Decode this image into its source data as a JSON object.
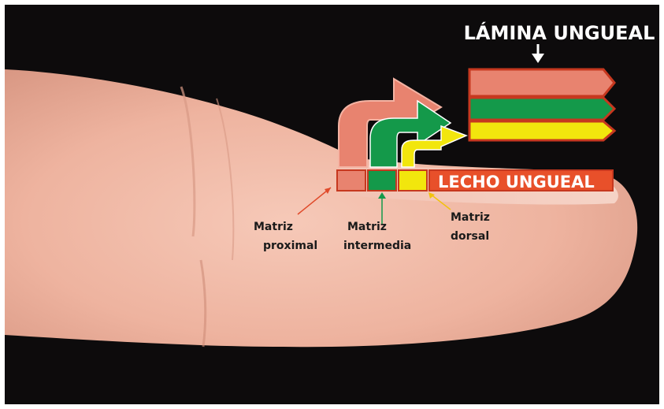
{
  "title": "LÁMINA UNGUEAL",
  "bed_label": "LECHO UNGUEAL",
  "labels": {
    "proximal_line1": "Matriz",
    "proximal_line2": "proximal",
    "intermediate_line1": "Matriz",
    "intermediate_line2": "intermedia",
    "dorsal_line1": "Matriz",
    "dorsal_line2": "dorsal"
  },
  "colors": {
    "proximal": "#e8836f",
    "intermediate": "#14994a",
    "dorsal": "#f2e60d",
    "bed": "#e8502a",
    "outline": "#c6381f",
    "background": "#0d0b0c",
    "skin": "#f0b9a6"
  }
}
